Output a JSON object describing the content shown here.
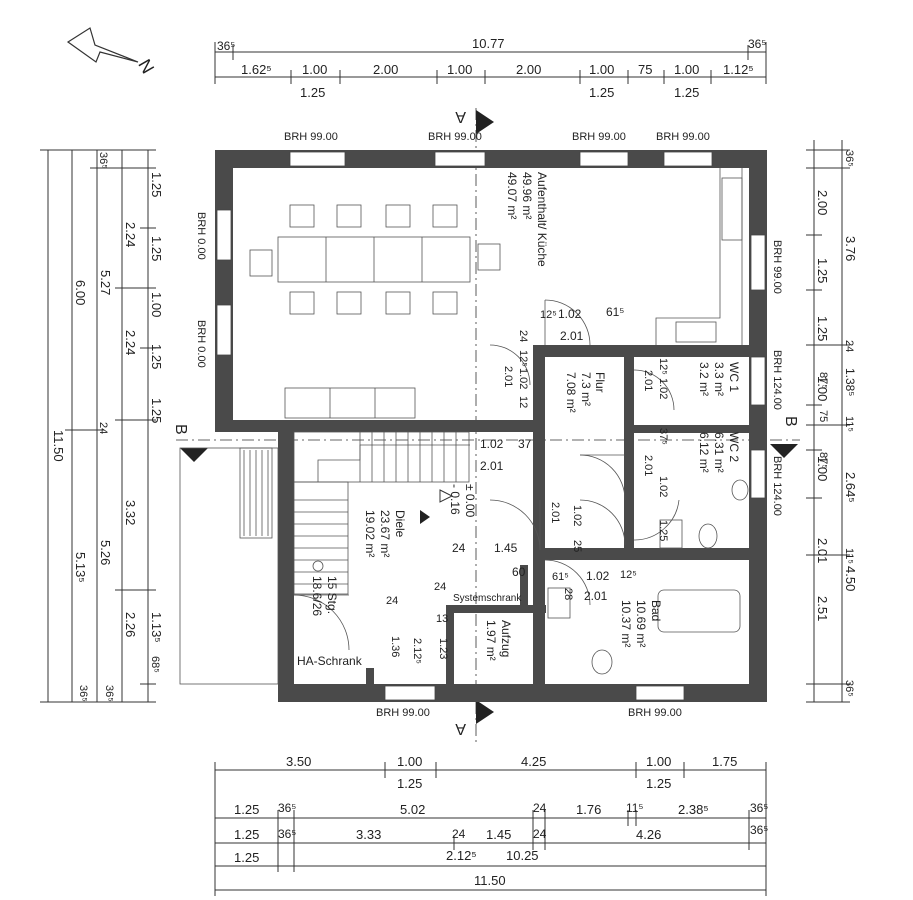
{
  "north": {
    "label": "N"
  },
  "dims_top": {
    "total": "10.77",
    "left_wall": "36⁵",
    "right_wall": "36⁵",
    "segments": [
      "1.62⁵",
      "1.00",
      "2.00",
      "1.00",
      "2.00",
      "1.00",
      "75",
      "1.00",
      "1.12⁵"
    ],
    "heights": [
      "1.25",
      "1.25",
      "1.25"
    ]
  },
  "dims_left": {
    "total": "11.50",
    "col_b": [
      "6.00",
      "5.13⁵"
    ],
    "col_c": [
      "5.27",
      "5.26"
    ],
    "col_d": [
      "2.24",
      "2.24",
      "3.32",
      "2.26"
    ],
    "col_e": [
      "1.25",
      "1.25",
      "1.00",
      "1.25",
      "1.25",
      "1.13⁵"
    ],
    "small": [
      "36⁵",
      "24",
      "68⁵",
      "36⁵",
      "36⁵"
    ]
  },
  "dims_right": {
    "col_a": [
      "2.00",
      "1.25",
      "1.25",
      "1.00",
      "1.00",
      "2.01",
      "2.51"
    ],
    "col_b": [
      "3.76",
      "87⁵",
      "75",
      "87⁵",
      "2.64⁵",
      "11⁵",
      "4.50"
    ],
    "col_c": [
      "1.38⁵",
      "11⁵"
    ],
    "small": [
      "36⁵",
      "24",
      "36⁵"
    ]
  },
  "dims_bottom": {
    "row1": [
      "3.50",
      "1.00",
      "4.25",
      "1.00",
      "1.75"
    ],
    "row1_heights": [
      "1.25",
      "1.25"
    ],
    "row2": [
      "1.25",
      "36⁵",
      "5.02",
      "24",
      "1.76",
      "11⁵",
      "2.38⁵",
      "36⁵"
    ],
    "row3": [
      "1.25",
      "36⁵",
      "3.33",
      "24",
      "1.45",
      "24",
      "4.26",
      "36⁵"
    ],
    "row4": [
      "1.25",
      "2.12⁵",
      "10.25"
    ],
    "total": "11.50"
  },
  "section_marks": {
    "a": "A",
    "b": "B"
  },
  "windows": {
    "brh_9900": "BRH 99.00",
    "brh_000": "BRH 0.00",
    "brh_12400": "BRH 124.00"
  },
  "rooms": {
    "living": {
      "name": "Aufenthalt/ Küche",
      "area1": "49.96 m²",
      "area2": "49.07 m²"
    },
    "hall": {
      "name": "Diele",
      "area1": "23.67 m²",
      "area2": "19.02 m²"
    },
    "flur": {
      "name": "Flur",
      "area1": "7.3 m²",
      "area2": "7.08 m²"
    },
    "wc1": {
      "name": "WC 1",
      "area1": "3.3 m²",
      "area2": "3.2 m²"
    },
    "wc2": {
      "name": "WC 2",
      "area1": "6.31 m²",
      "area2": "6.12 m²"
    },
    "bad": {
      "name": "Bad",
      "area1": "10.69 m²",
      "area2": "10.37 m²"
    },
    "lift": {
      "name": "Aufzug",
      "area1": "1.97 m²"
    }
  },
  "labels": {
    "systemschrank": "Systemschrank",
    "ha_schrank": "HA-Schrank",
    "stairs1": "15 Stg.",
    "stairs2": "18.6/26",
    "level1": "± 0.00",
    "level2": "- 0.16"
  },
  "door_dims": {
    "d_12": "12⁵",
    "d_102a": "1.02",
    "d_615": "61⁵",
    "d_201a": "2.01",
    "d_24": "24",
    "d_125b": "12⁵",
    "d_102b": "1.02",
    "d_12b": "12",
    "d_201b": "2.01",
    "d_102c": "1.02",
    "d_37": "37",
    "d_201c": "2.01",
    "wc1_a": "12⁵",
    "wc1_b": "1.02",
    "wc1_c": "2.01",
    "wc2_a": "37⁵",
    "wc2_b": "1.02",
    "wc2_c": "2.01",
    "wc2_d": "1.25",
    "flur_a": "2.01",
    "flur_b": "1.02",
    "flur_c": "25",
    "hall_24": "24",
    "hall_145": "1.45",
    "sys_60": "60",
    "bad_615": "61⁵",
    "bad_102": "1.02",
    "bad_125": "12⁵",
    "bad_201": "2.01",
    "bad_28": "28",
    "lift_24a": "24",
    "lift_13": "13",
    "lift_123": "1.23",
    "lift_2125": "2.12⁵",
    "ha_24": "24",
    "ha_136": "1.36"
  }
}
